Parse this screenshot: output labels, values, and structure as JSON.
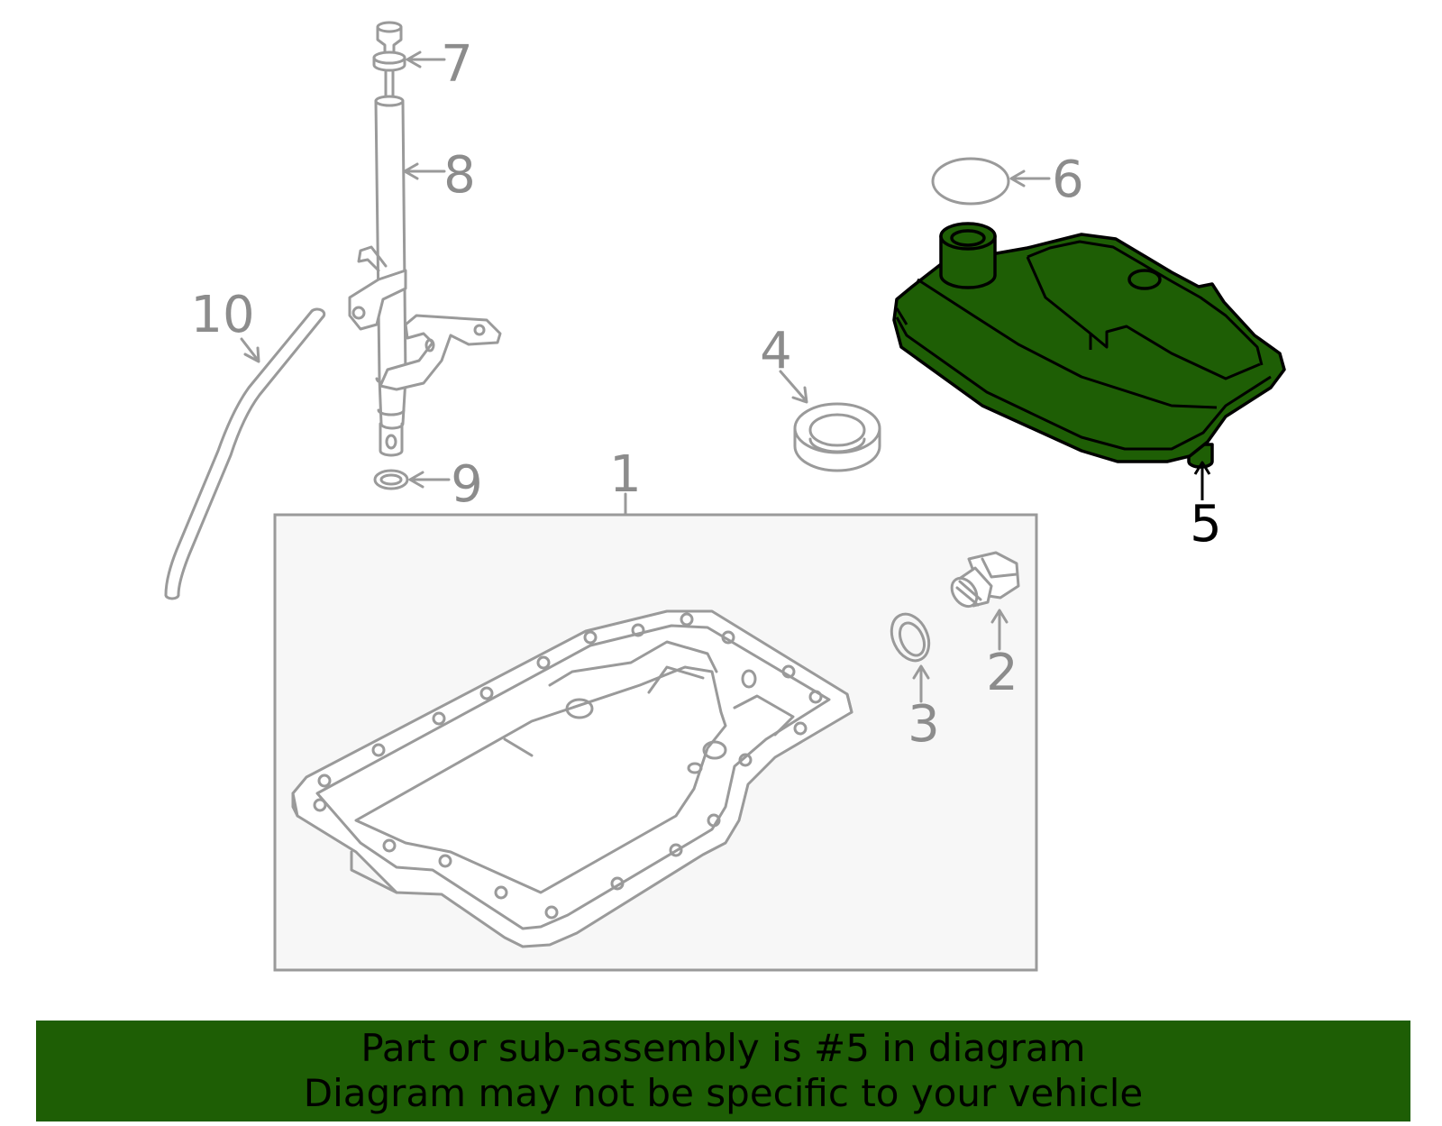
{
  "colors": {
    "highlight_fill": "#1e5e05",
    "banner_background": "#1e5e05",
    "line_gray": "#9a9a9a",
    "label_gray": "#8c8c8c",
    "box_fill": "#f7f7f7"
  },
  "callouts": {
    "c1": "1",
    "c2": "2",
    "c3": "3",
    "c4": "4",
    "c5": "5",
    "c6": "6",
    "c7": "7",
    "c8": "8",
    "c9": "9",
    "c10": "10"
  },
  "highlighted_part": "5",
  "banner": {
    "line1": "Part or sub-assembly is #5 in diagram",
    "line2": "Diagram may not be specific to your vehicle"
  }
}
